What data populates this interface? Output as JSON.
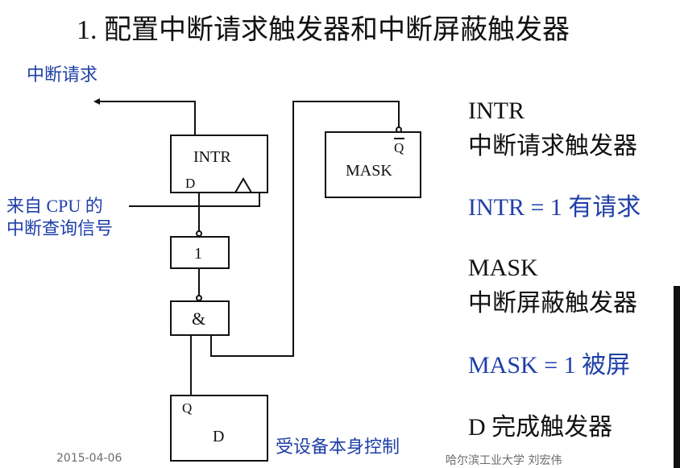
{
  "title": "1. 配置中断请求触发器和中断屏蔽触发器",
  "diagram": {
    "labels": {
      "interrupt_request": "中断请求",
      "cpu_query_line1": "来自 CPU 的",
      "cpu_query_line2": "中断查询信号",
      "device_control": "受设备本身控制"
    },
    "intr_box": {
      "name": "INTR",
      "input": "D"
    },
    "mask_box": {
      "name": "MASK",
      "output": "Q"
    },
    "not_gate": {
      "symbol": "1"
    },
    "and_gate": {
      "symbol": "&"
    },
    "d_box": {
      "output": "Q",
      "name": "D"
    }
  },
  "right_text": {
    "intr_title": "INTR",
    "intr_desc": "中断请求触发器",
    "intr_eq": "INTR = 1  有请求",
    "mask_title": "MASK",
    "mask_desc": "中断屏蔽触发器",
    "mask_eq": "MASK = 1  被屏",
    "d_desc": "D  完成触发器"
  },
  "footer": {
    "date": "2015-04-06",
    "org": "哈尔滨工业大学  刘宏伟"
  }
}
